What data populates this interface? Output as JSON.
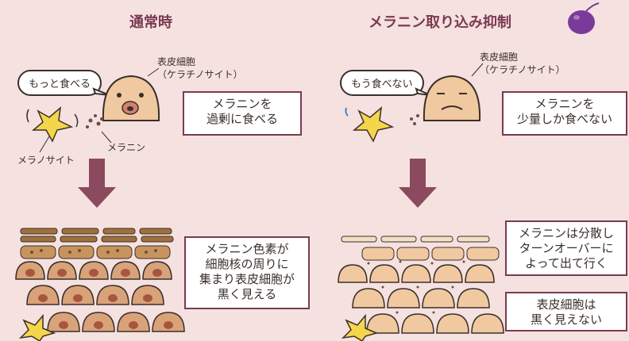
{
  "left": {
    "title": "通常時",
    "keratinocyte_label": "表皮細胞\n（ケラチノサイト）",
    "speech": "もっと食べる",
    "melanin_label": "メラニン",
    "melanocyte_label": "メラノサイト",
    "top_box": "メラニンを\n過剰に食べる",
    "bottom_box": "メラニン色素が\n細胞核の周りに\n集まり表皮細胞が\n黒く見える"
  },
  "right": {
    "title": "メラニン取り込み抑制",
    "keratinocyte_label": "表皮細胞\n（ケラチノサイト）",
    "speech": "もう食べない",
    "top_box": "メラニンを\n少量しか食べない",
    "middle_box": "メラニンは分散し\nターンオーバーに\nよって出て行く",
    "bottom_box": "表皮細胞は\n黒く見えない"
  },
  "colors": {
    "background": "#f5e1e0",
    "accent": "#7a3a52",
    "cell": "#f0c9a0",
    "melanocyte": "#f5d54a",
    "melanin": "#6b5040",
    "plum": "#7a3a9a"
  }
}
